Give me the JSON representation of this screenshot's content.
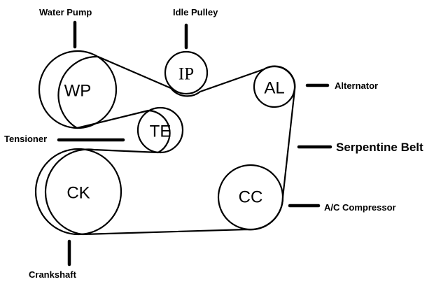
{
  "title": "Serpentine Belt Routing Diagram",
  "pulleys": [
    {
      "id": "WP",
      "abbr": "WP",
      "name": "Water Pump"
    },
    {
      "id": "IP",
      "abbr": "IP",
      "name": "Idle Pulley"
    },
    {
      "id": "AL",
      "abbr": "AL",
      "name": "Alternator"
    },
    {
      "id": "TE",
      "abbr": "TE",
      "name": "Tensioner"
    },
    {
      "id": "CK",
      "abbr": "CK",
      "name": "Crankshaft"
    },
    {
      "id": "CC",
      "abbr": "CC",
      "name": "A/C Compressor"
    }
  ],
  "belt": {
    "name": "Serpentine Belt",
    "route": [
      "CK",
      "TE",
      "WP",
      "IP",
      "AL",
      "CC",
      "CK"
    ]
  },
  "callouts": {
    "water_pump": "Water Pump",
    "idle_pulley": "Idle Pulley",
    "alternator": "Alternator",
    "serpentine_belt": "Serpentine Belt",
    "tensioner": "Tensioner",
    "ac_compressor": "A/C Compressor",
    "crankshaft": "Crankshaft"
  }
}
